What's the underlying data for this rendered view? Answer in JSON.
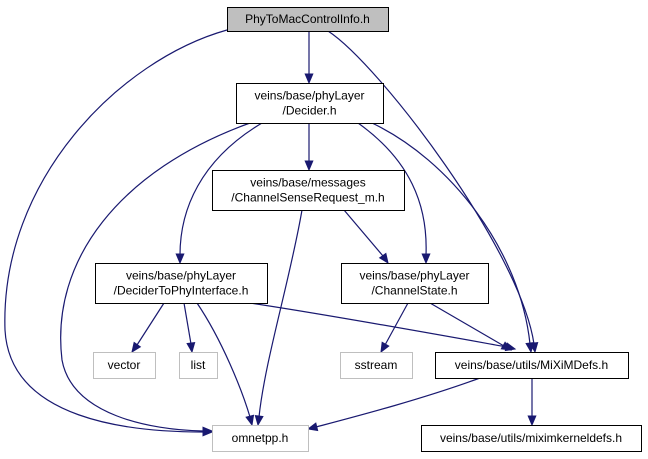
{
  "colors": {
    "root_fill": "#bfbfbf",
    "node_stroke": "#000000",
    "external_stroke": "#bfbfbf",
    "edge": "#191970",
    "background": "#ffffff"
  },
  "nodes": [
    {
      "id": "root",
      "lines": [
        "PhyToMacControlInfo.h"
      ],
      "kind": "root"
    },
    {
      "id": "decider",
      "lines": [
        "veins/base/phyLayer",
        "/Decider.h"
      ],
      "kind": "file"
    },
    {
      "id": "csr",
      "lines": [
        "veins/base/messages",
        "/ChannelSenseRequest_m.h"
      ],
      "kind": "file"
    },
    {
      "id": "dtpi",
      "lines": [
        "veins/base/phyLayer",
        "/DeciderToPhyInterface.h"
      ],
      "kind": "file"
    },
    {
      "id": "chstate",
      "lines": [
        "veins/base/phyLayer",
        "/ChannelState.h"
      ],
      "kind": "file"
    },
    {
      "id": "vector",
      "lines": [
        "vector"
      ],
      "kind": "external"
    },
    {
      "id": "list",
      "lines": [
        "list"
      ],
      "kind": "external"
    },
    {
      "id": "sstream",
      "lines": [
        "sstream"
      ],
      "kind": "external"
    },
    {
      "id": "mixim",
      "lines": [
        "veins/base/utils/MiXiMDefs.h"
      ],
      "kind": "file"
    },
    {
      "id": "omnetpp",
      "lines": [
        "omnetpp.h"
      ],
      "kind": "external"
    },
    {
      "id": "kernel",
      "lines": [
        "veins/base/utils/miximkerneldefs.h"
      ],
      "kind": "file"
    }
  ],
  "edges": [
    {
      "from": "root",
      "to": "decider"
    },
    {
      "from": "root",
      "to": "mixim"
    },
    {
      "from": "root",
      "to": "omnetpp"
    },
    {
      "from": "decider",
      "to": "csr"
    },
    {
      "from": "decider",
      "to": "dtpi"
    },
    {
      "from": "decider",
      "to": "chstate"
    },
    {
      "from": "decider",
      "to": "mixim"
    },
    {
      "from": "decider",
      "to": "omnetpp"
    },
    {
      "from": "csr",
      "to": "chstate"
    },
    {
      "from": "csr",
      "to": "omnetpp"
    },
    {
      "from": "dtpi",
      "to": "vector"
    },
    {
      "from": "dtpi",
      "to": "list"
    },
    {
      "from": "dtpi",
      "to": "omnetpp"
    },
    {
      "from": "dtpi",
      "to": "mixim"
    },
    {
      "from": "chstate",
      "to": "sstream"
    },
    {
      "from": "chstate",
      "to": "mixim"
    },
    {
      "from": "mixim",
      "to": "omnetpp"
    },
    {
      "from": "mixim",
      "to": "kernel"
    }
  ]
}
